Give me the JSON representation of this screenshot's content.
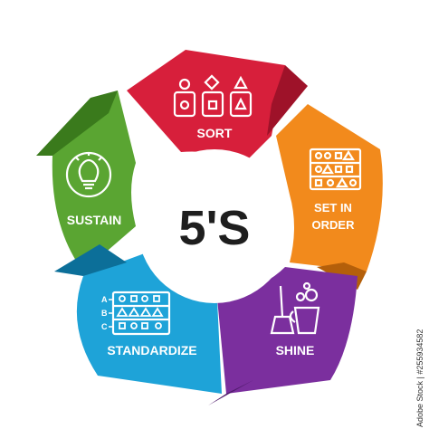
{
  "diagram": {
    "center_label": "5'S",
    "stock_id": "Adobe Stock | #255934582",
    "segments": [
      {
        "id": "sort",
        "label_lines": [
          "SORT"
        ],
        "color": "#d71f3b",
        "dark": "#9e1229",
        "icon": "sort-bins-icon"
      },
      {
        "id": "set-in-order",
        "label_lines": [
          "SET IN",
          "ORDER"
        ],
        "color": "#f28a1c",
        "dark": "#b45f0a",
        "icon": "shelf-shapes-icon"
      },
      {
        "id": "shine",
        "label_lines": [
          "SHINE"
        ],
        "color": "#7b2f9e",
        "dark": "#4e1a6a",
        "icon": "broom-bucket-icon"
      },
      {
        "id": "standardize",
        "label_lines": [
          "STANDARDIZE"
        ],
        "color": "#1ea3d8",
        "dark": "#0c6f99",
        "icon": "labeled-shelf-icon"
      },
      {
        "id": "sustain",
        "label_lines": [
          "SUSTAIN"
        ],
        "color": "#5aa532",
        "dark": "#3a7a1c",
        "icon": "lightbulb-cycle-icon"
      }
    ],
    "standardize_row_letters": [
      "A",
      "B",
      "C"
    ]
  }
}
